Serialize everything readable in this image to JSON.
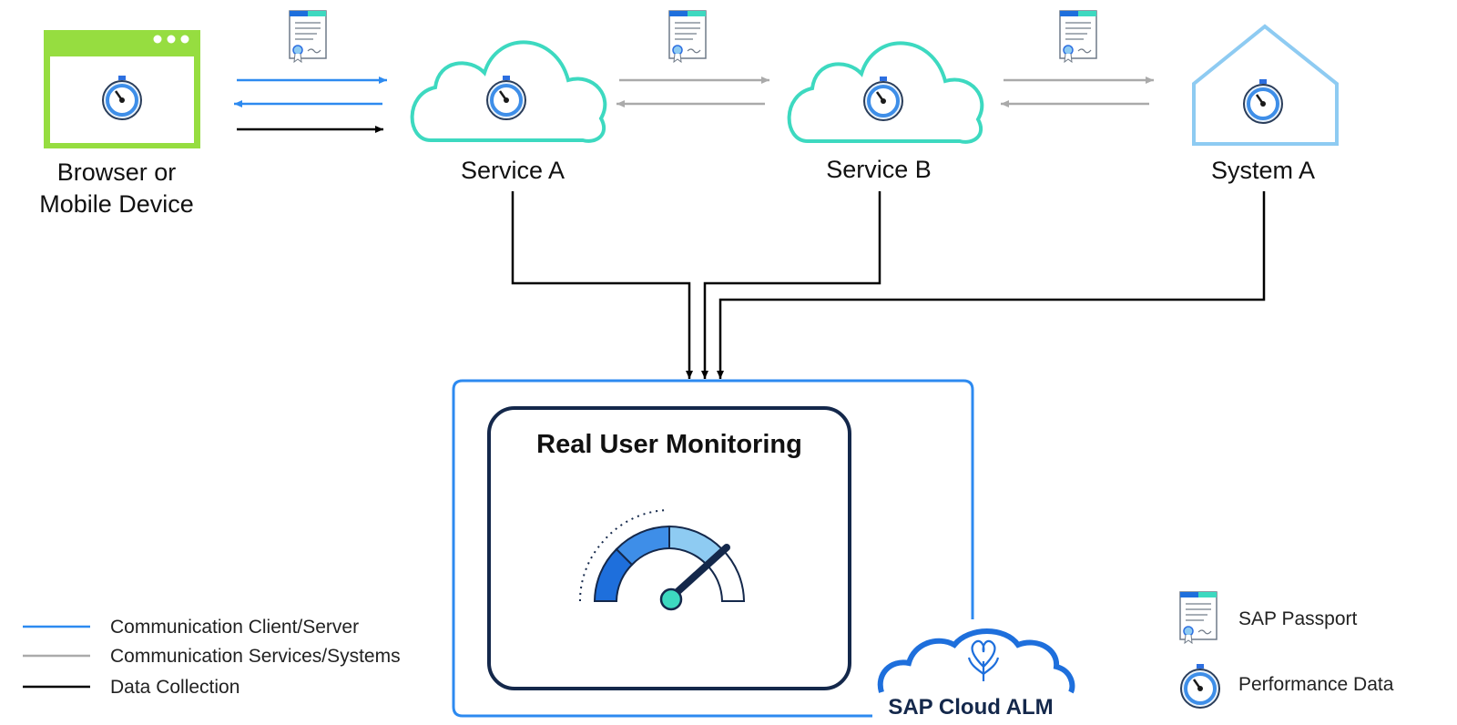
{
  "nodes": {
    "browser": {
      "label_line1": "Browser or",
      "label_line2": "Mobile Device"
    },
    "service_a": {
      "label": "Service A"
    },
    "service_b": {
      "label": "Service B"
    },
    "system_a": {
      "label": "System A"
    }
  },
  "monitoring": {
    "title": "Real User Monitoring",
    "product": "SAP Cloud ALM"
  },
  "legend_lines": [
    {
      "label": "Communication  Client/Server",
      "color": "#2d8af0"
    },
    {
      "label": "Communication  Services/Systems",
      "color": "#aaaaaa"
    },
    {
      "label": "Data Collection",
      "color": "#000000"
    }
  ],
  "legend_icons": [
    {
      "label": "SAP Passport",
      "icon": "passport-icon"
    },
    {
      "label": "Performance Data",
      "icon": "stopwatch-icon"
    }
  ],
  "colors": {
    "browser_green": "#96dd40",
    "cloud_teal": "#3dd9c0",
    "system_blue": "#8ecbf2",
    "client_server_blue": "#2d8af0",
    "services_gray": "#aaaaaa",
    "data_collection_black": "#000000",
    "container_blue": "#2d8af0",
    "monitor_navy": "#14284b"
  }
}
